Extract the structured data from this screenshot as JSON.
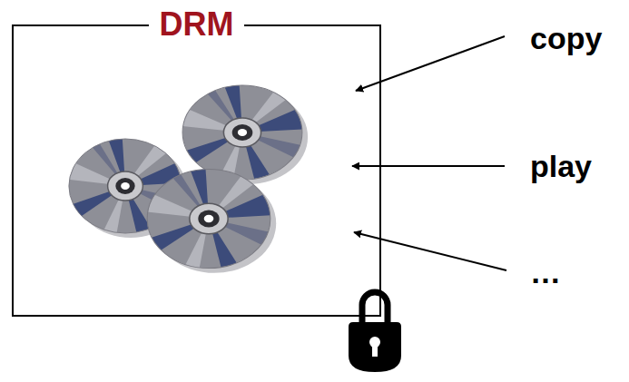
{
  "diagram": {
    "nodes": [
      {
        "text": [
          "DRM"
        ]
      }
    ],
    "labels": [
      "copy",
      "play",
      "…"
    ]
  }
}
